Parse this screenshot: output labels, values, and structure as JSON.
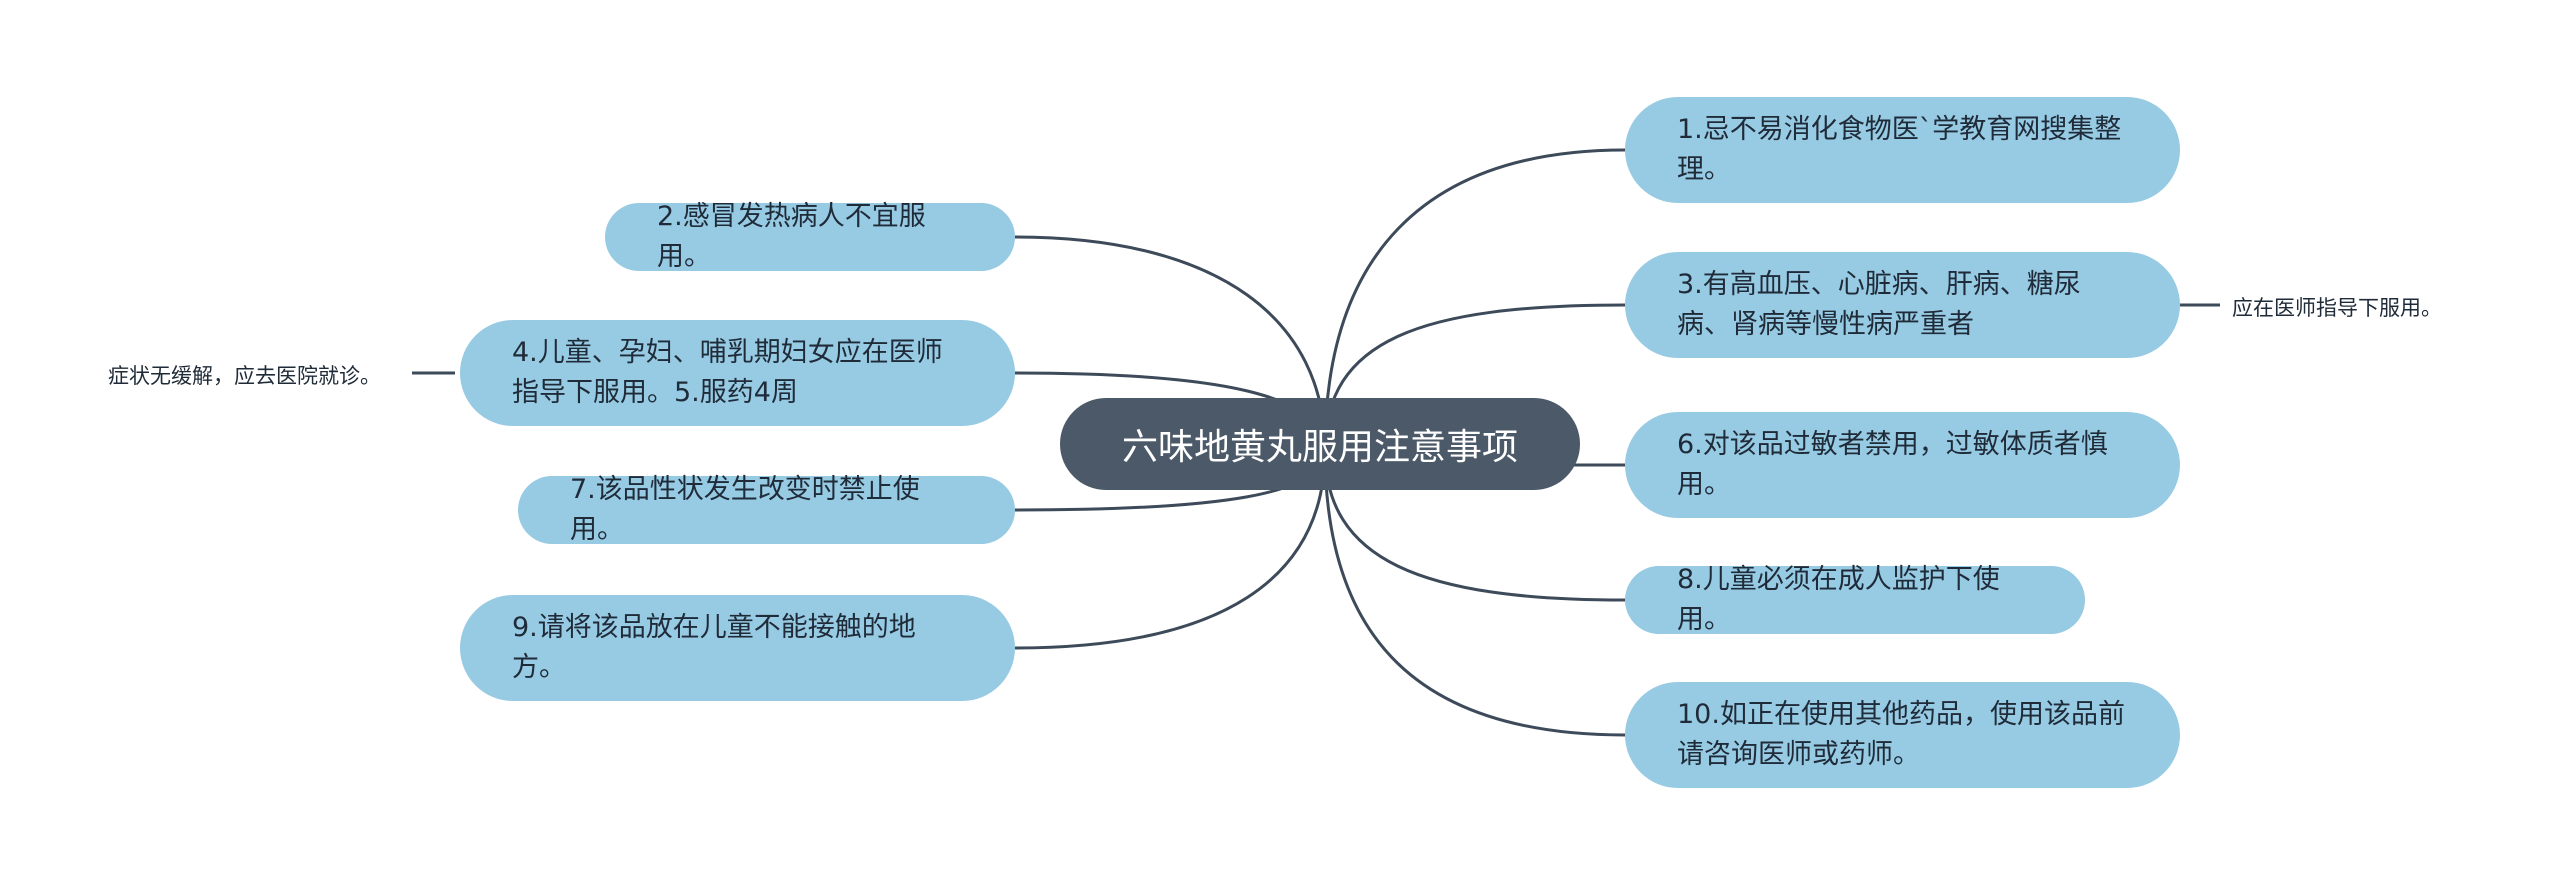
{
  "title": "六味地黄丸服用注意事项",
  "nodes": {
    "n1": "1.忌不易消化食物医`学教育网搜集整理。",
    "n2": "2.感冒发热病人不宜服用。",
    "n3": "3.有高血压、心脏病、肝病、糖尿病、肾病等慢性病严重者",
    "n4": "4.儿童、孕妇、哺乳期妇女应在医师指导下服用。5.服药4周",
    "n6": "6.对该品过敏者禁用，过敏体质者慎用。",
    "n7": "7.该品性状发生改变时禁止使用。",
    "n8": "8.儿童必须在成人监护下使用。",
    "n9": "9.请将该品放在儿童不能接触的地方。",
    "n10": "10.如正在使用其他药品，使用该品前请咨询医师或药师。"
  },
  "notes": {
    "n3_note": "应在医师指导下服用。",
    "n4_note": "症状无缓解，应去医院就诊。"
  },
  "colors": {
    "center_fill": "#4b5968",
    "node_fill": "#97cae3",
    "line": "#3d4a59"
  }
}
